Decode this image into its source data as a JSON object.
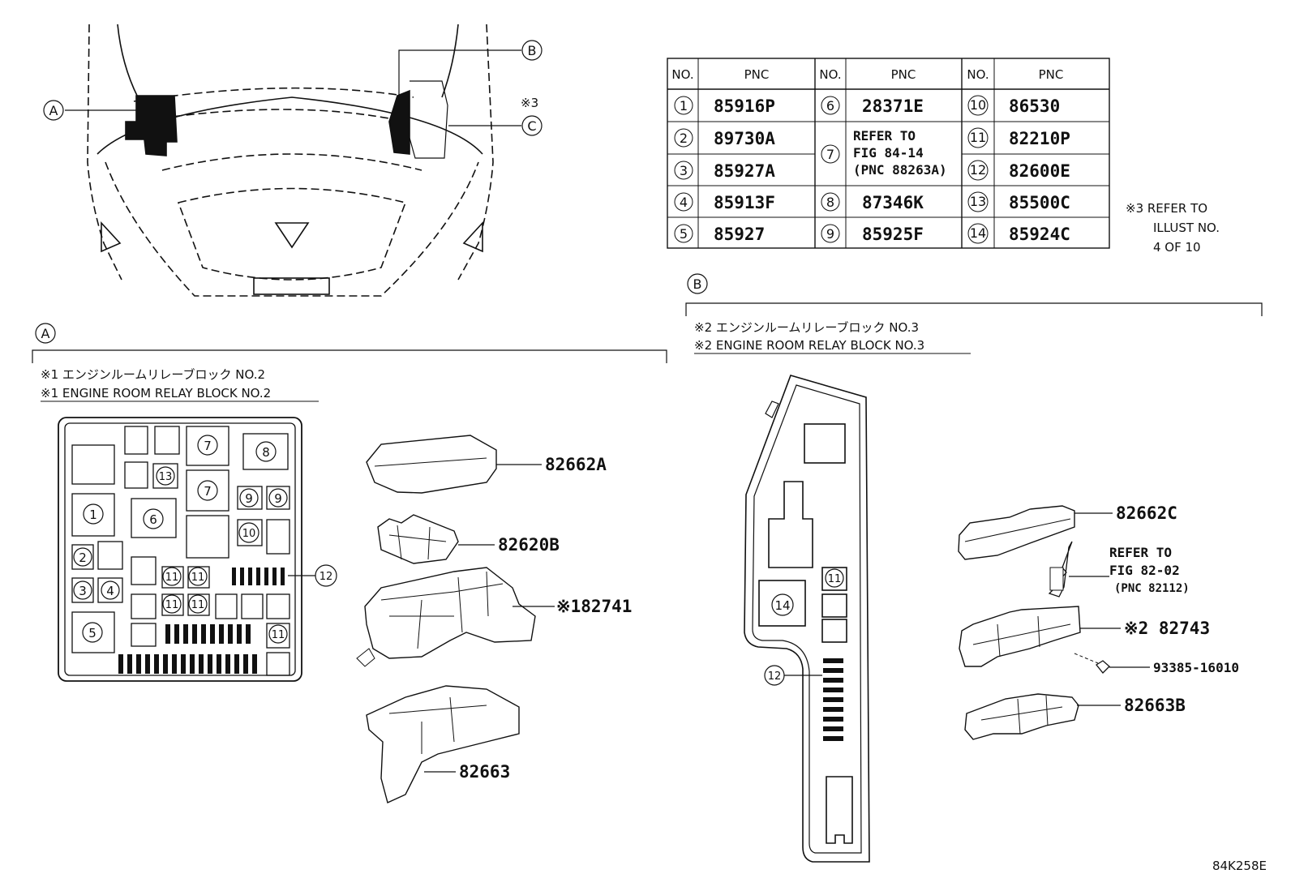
{
  "vehicle_view": {
    "callout_a": "A",
    "callout_b": "B",
    "callout_c": "C",
    "note3_mark": "※3"
  },
  "pnc_table": {
    "headers": [
      "NO.",
      "PNC",
      "NO.",
      "PNC",
      "NO.",
      "PNC"
    ],
    "col1": [
      {
        "no": "1",
        "pnc": "85916P"
      },
      {
        "no": "2",
        "pnc": "89730A"
      },
      {
        "no": "3",
        "pnc": "85927A"
      },
      {
        "no": "4",
        "pnc": "85913F"
      },
      {
        "no": "5",
        "pnc": "85927"
      }
    ],
    "col2": [
      {
        "no": "6",
        "pnc": "28371E"
      },
      {
        "no": "7",
        "pnc_lines": [
          "REFER TO",
          "FIG 84-14",
          "(PNC 88263A)"
        ]
      },
      {
        "no": "8",
        "pnc": "87346K"
      },
      {
        "no": "9",
        "pnc": "85925F"
      }
    ],
    "col3": [
      {
        "no": "10",
        "pnc": "86530"
      },
      {
        "no": "11",
        "pnc": "82210P"
      },
      {
        "no": "12",
        "pnc": "82600E"
      },
      {
        "no": "13",
        "pnc": "85500C"
      },
      {
        "no": "14",
        "pnc": "85924C"
      }
    ]
  },
  "note3": [
    "※3 REFER TO",
    "ILLUST NO.",
    "4 OF 10"
  ],
  "section_a": {
    "letter": "A",
    "title_jp": "※1 エンジンルームリレーブロック NO.2",
    "title_en": "※1 ENGINE ROOM RELAY BLOCK NO.2",
    "parts": {
      "cover": "82662A",
      "holder": "82620B",
      "block": "※182741",
      "bracket": "82663"
    },
    "layout_numbers": [
      "1",
      "2",
      "3",
      "4",
      "5",
      "6",
      "7",
      "7",
      "8",
      "9",
      "9",
      "10",
      "11",
      "11",
      "11",
      "11",
      "11",
      "12",
      "13"
    ]
  },
  "section_b": {
    "letter": "B",
    "title_jp": "※2 エンジンルームリレーブロック NO.3",
    "title_en": "※2 ENGINE ROOM RELAY BLOCK NO.3",
    "parts": {
      "cover": "82662C",
      "refer": [
        "REFER TO",
        "FIG 82-02",
        "(PNC 82112)"
      ],
      "block": "※2 82743",
      "bolt": "93385-16010",
      "bracket": "82663B"
    },
    "layout_numbers": [
      "11",
      "14",
      "12"
    ]
  },
  "figure_code": "84K258E"
}
